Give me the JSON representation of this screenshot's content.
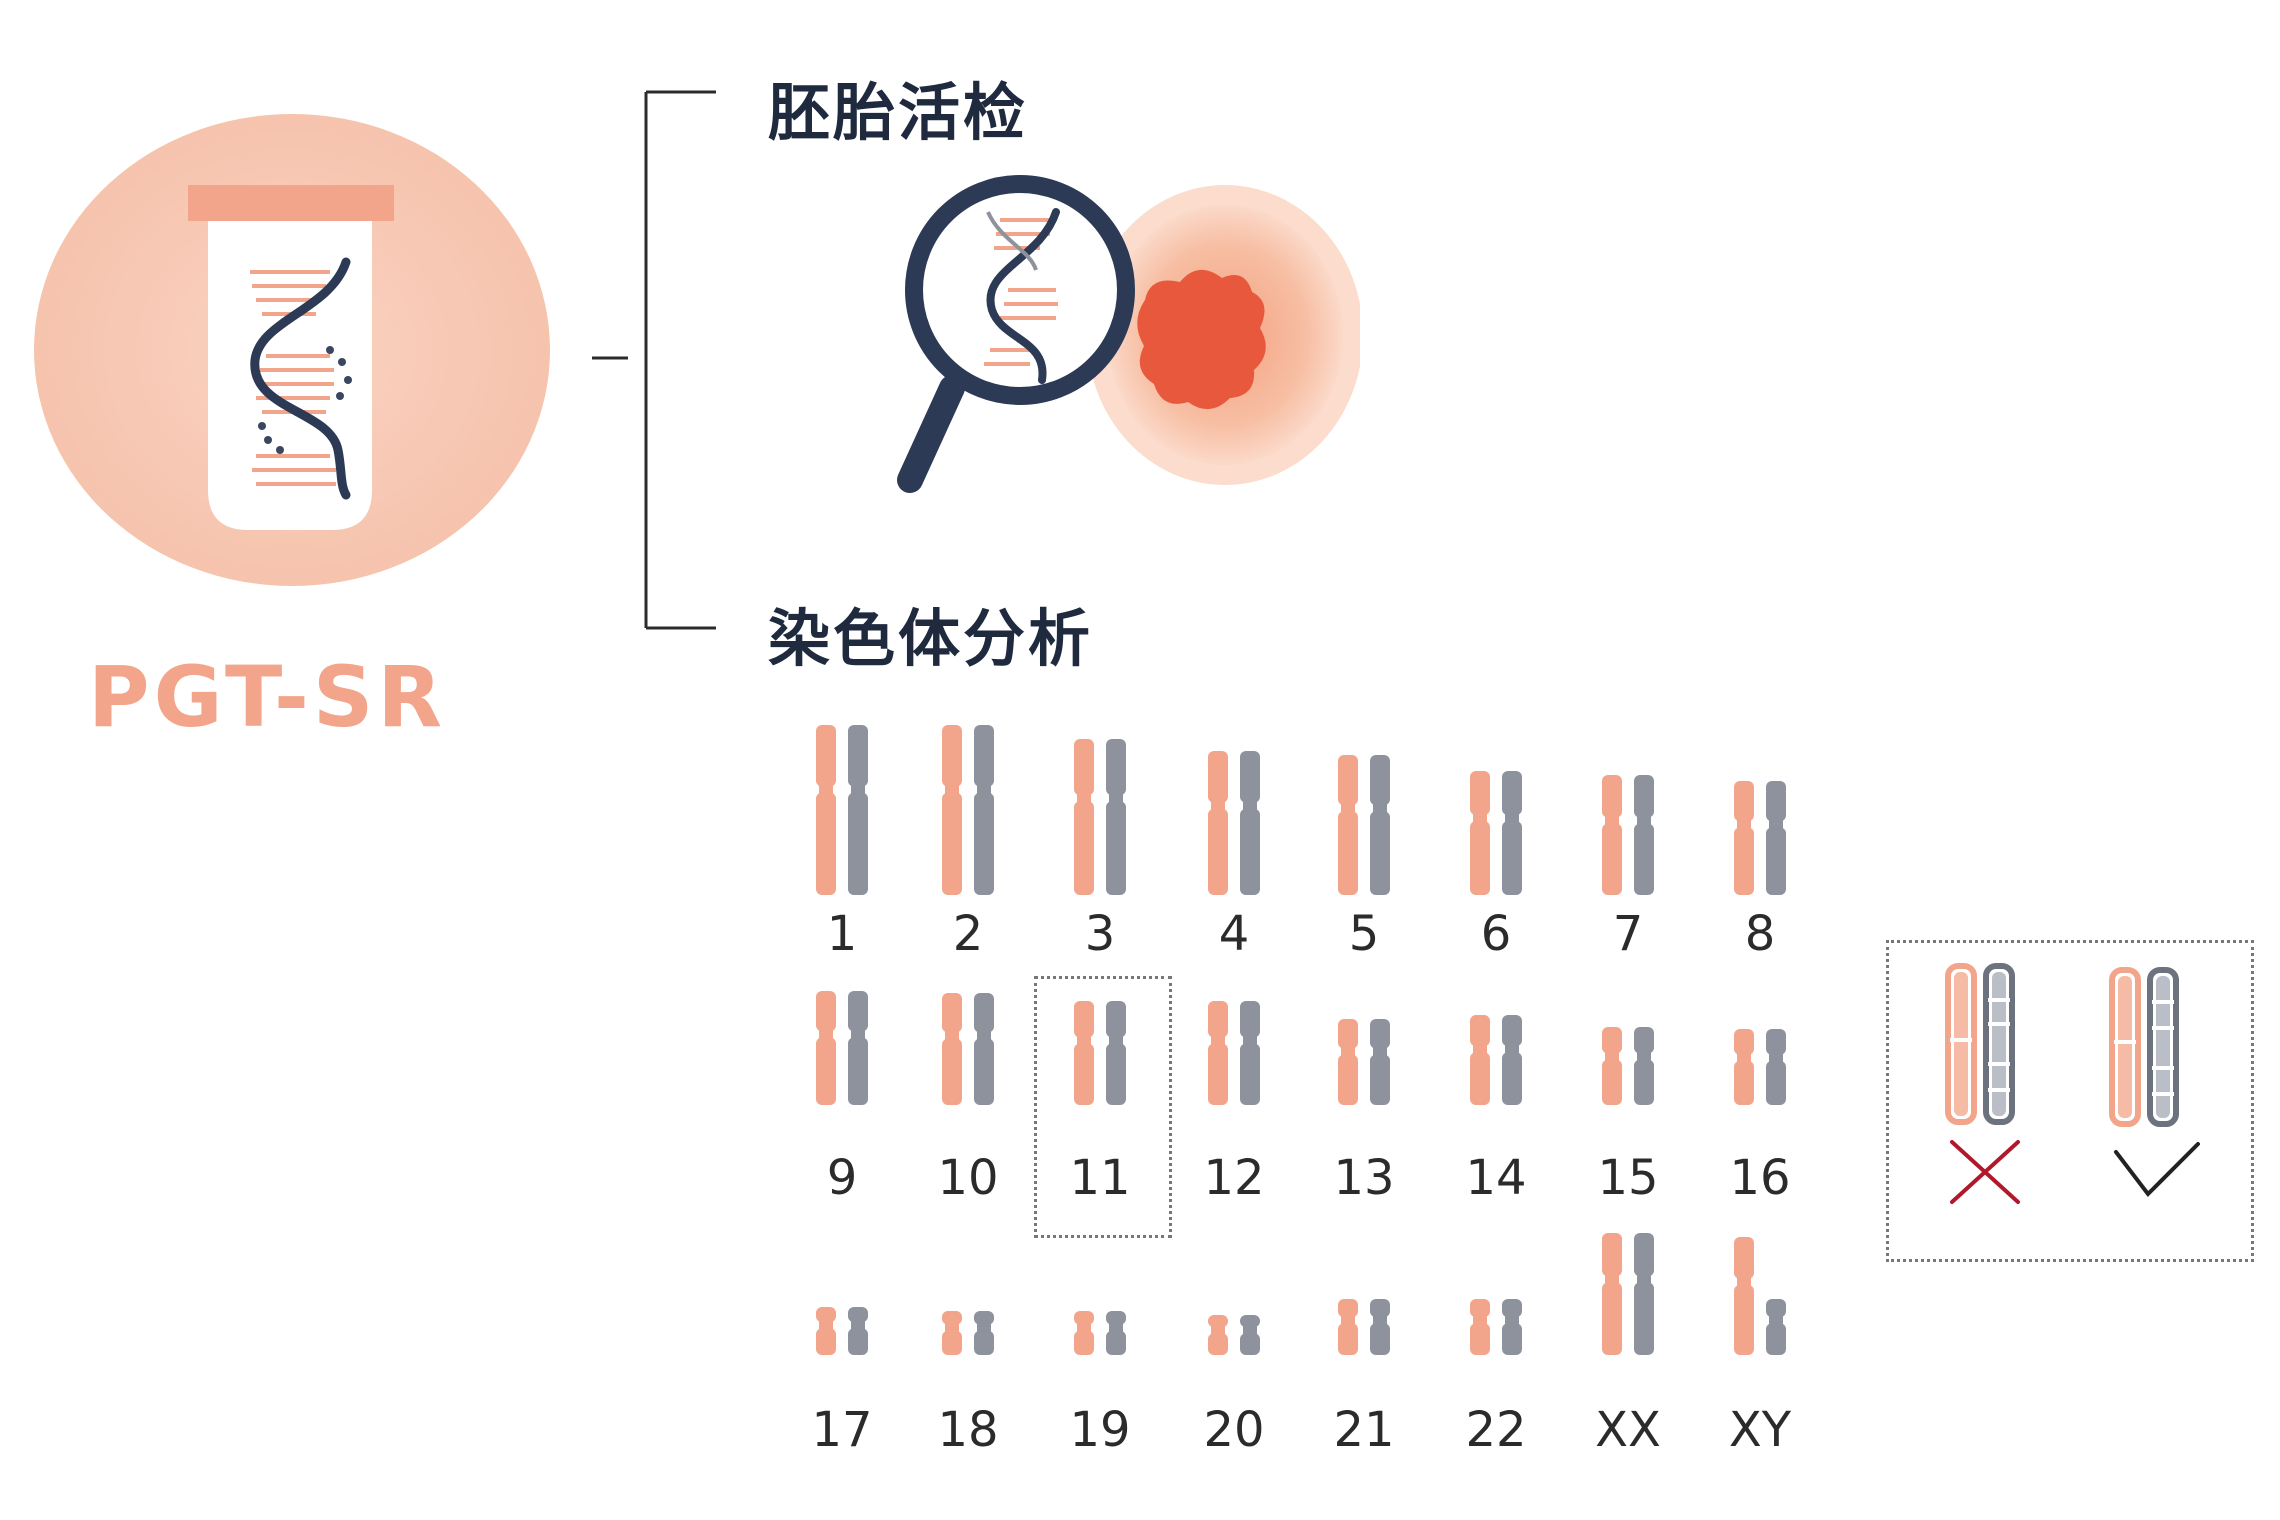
{
  "brand": "PGT-SR",
  "steps": {
    "biopsy": "胚胎活检",
    "analysis": "染色体分析"
  },
  "icons": {
    "test_tube": "test-tube-dna-icon",
    "magnifier": "magnifier-dna-icon",
    "embryo": "embryo-cell-icon"
  },
  "colors": {
    "peach": "#f2a58a",
    "peach_light": "#f8cdb9",
    "gray": "#8d929c",
    "navy": "#2c3a55",
    "wrong": "#b0192b"
  },
  "karyotype": {
    "rows": [
      [
        "1",
        "2",
        "3",
        "4",
        "5",
        "6",
        "7",
        "8"
      ],
      [
        "9",
        "10",
        "11",
        "12",
        "13",
        "14",
        "15",
        "16"
      ],
      [
        "17",
        "18",
        "19",
        "20",
        "21",
        "22",
        "XX",
        "XY"
      ]
    ],
    "highlighted": "11"
  },
  "legend": {
    "wrong_mark": "cross-icon",
    "right_mark": "check-icon"
  }
}
